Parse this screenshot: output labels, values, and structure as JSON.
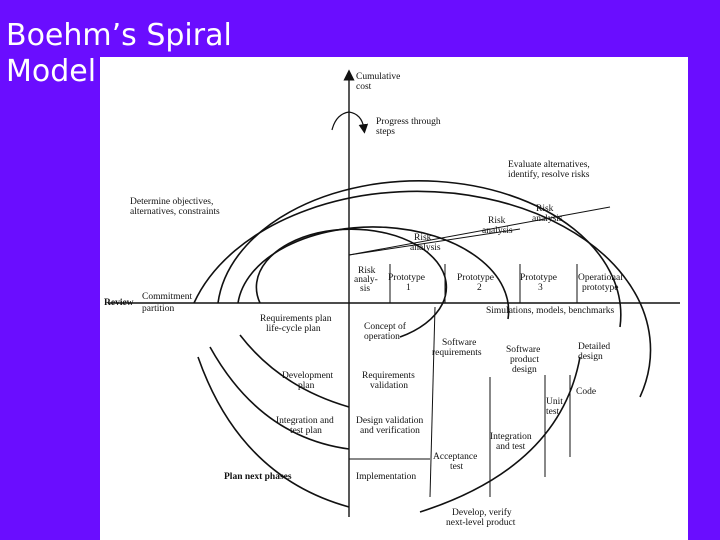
{
  "slide": {
    "title": "Boehm’s Spiral\nModel"
  },
  "diagram": {
    "labels": {
      "cumulative_cost": "Cumulative\ncost",
      "progress": "Progress through\nsteps",
      "evaluate": "Evaluate alternatives,\nidentify, resolve risks",
      "determine": "Determine objectives,\nalternatives, constraints",
      "risk1": "Risk\nanalysis",
      "risk2": "Risk\nanalysis",
      "risk3": "Risk\nanalysis",
      "risk4": "Risk\nanaly-\nsis",
      "prototype1": "Prototype\n1",
      "prototype2": "Prototype\n2",
      "prototype3": "Prototype\n3",
      "operational": "Operational\nprototype",
      "review": "Review",
      "commitment": "Commitment\npartition",
      "simulations": "Simulations, models, benchmarks",
      "req_plan": "Requirements plan\nlife-cycle plan",
      "concept": "Concept of\noperation",
      "sw_req": "Software\nrequirements",
      "sw_design": "Software\nproduct\ndesign",
      "detailed": "Detailed\ndesign",
      "dev_plan": "Development\nplan",
      "req_validation": "Requirements\nvalidation",
      "code": "Code",
      "unit_test": "Unit\ntest",
      "integration_plan": "Integration and\ntest plan",
      "design_validation": "Design validation\nand verification",
      "integration_test": "Integration\nand test",
      "acceptance": "Acceptance\ntest",
      "plan_next": "Plan next phases",
      "implementation": "Implementation",
      "develop": "Develop, verify\nnext-level product"
    }
  }
}
